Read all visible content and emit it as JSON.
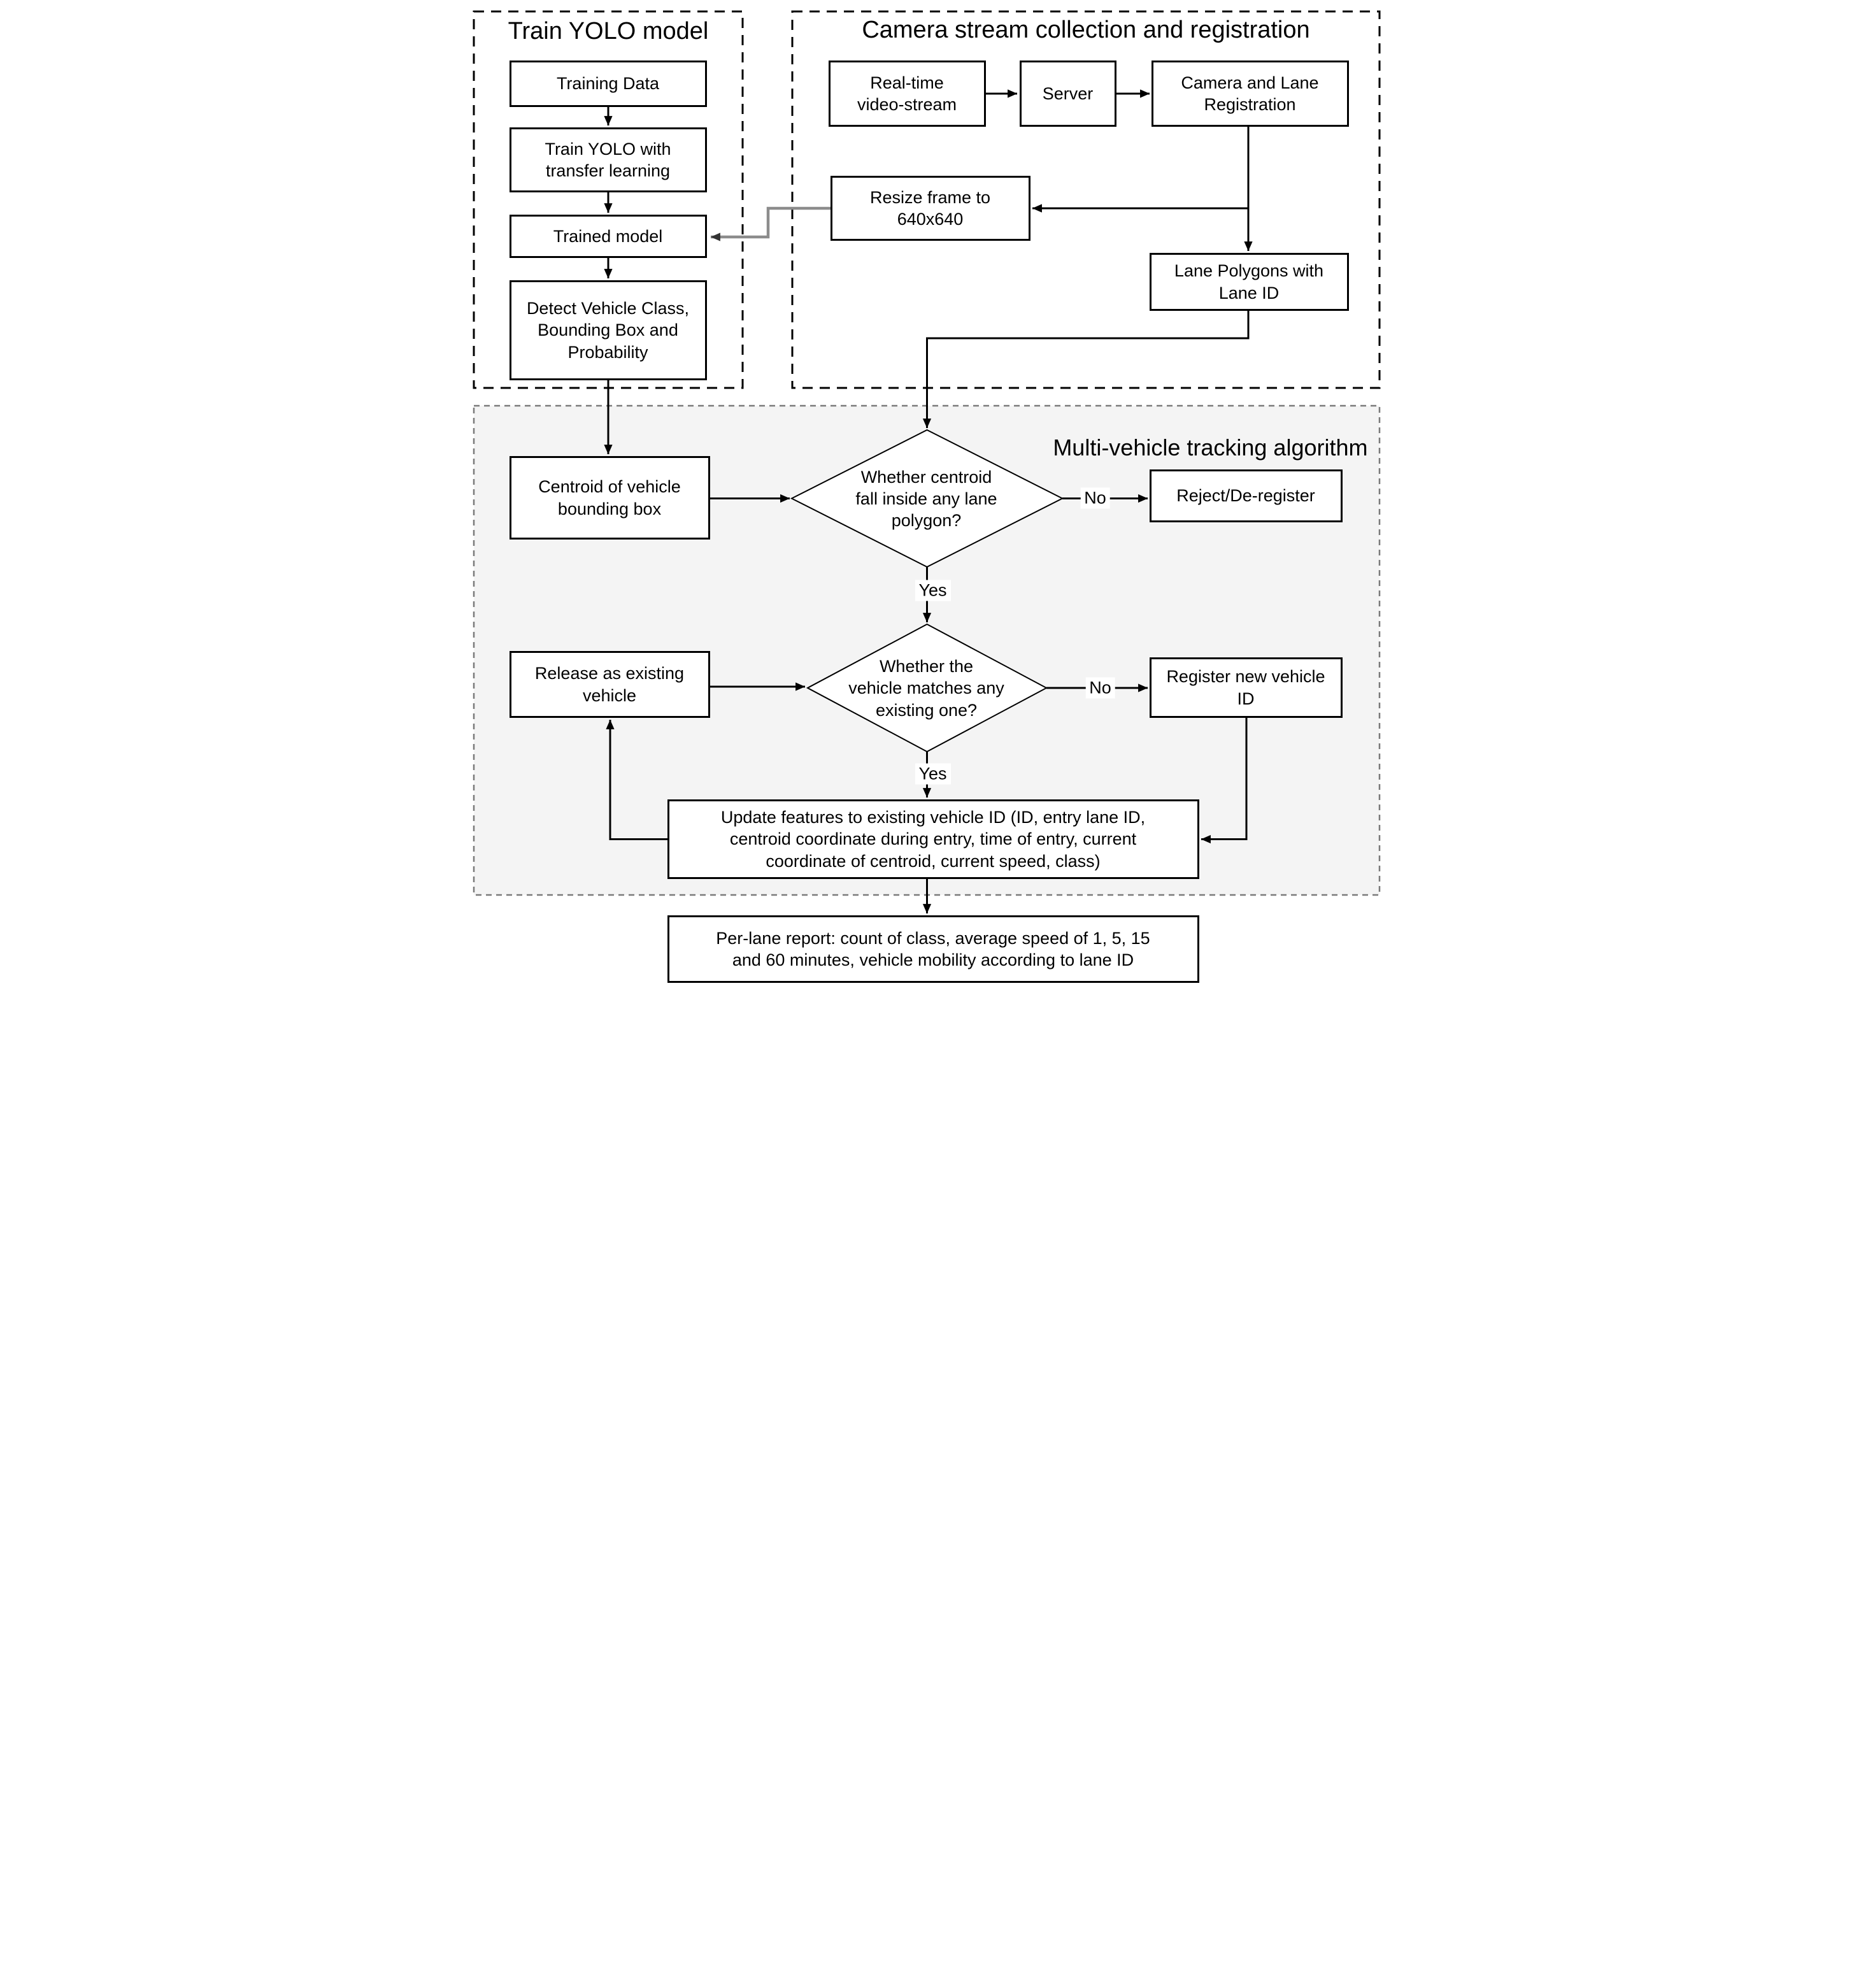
{
  "sections": {
    "train_yolo": {
      "title": "Train YOLO model"
    },
    "camera_stream": {
      "title": "Camera stream collection and registration"
    },
    "tracking": {
      "title": "Multi-vehicle tracking algorithm"
    }
  },
  "nodes": {
    "training_data": {
      "lines": [
        "Training Data"
      ]
    },
    "train_yolo_transfer": {
      "lines": [
        "Train YOLO with",
        "transfer learning"
      ]
    },
    "trained_model": {
      "lines": [
        "Trained model"
      ]
    },
    "detect_vehicle": {
      "lines": [
        "Detect Vehicle Class,",
        "Bounding Box and",
        "Probability"
      ]
    },
    "realtime_stream": {
      "lines": [
        "Real-time",
        "video-stream"
      ]
    },
    "server": {
      "lines": [
        "Server"
      ]
    },
    "camera_lane_registration": {
      "lines": [
        "Camera and Lane",
        "Registration"
      ]
    },
    "resize_frame": {
      "lines": [
        "Resize frame to",
        "640x640"
      ]
    },
    "lane_polygons": {
      "lines": [
        "Lane Polygons with",
        "Lane ID"
      ]
    },
    "centroid": {
      "lines": [
        "Centroid of vehicle",
        "bounding box"
      ]
    },
    "decision_lane": {
      "lines": [
        "Whether centroid",
        "fall inside any lane",
        "polygon?"
      ]
    },
    "reject": {
      "lines": [
        "Reject/De-register"
      ]
    },
    "decision_match": {
      "lines": [
        "Whether the",
        "vehicle matches any",
        "existing one?"
      ]
    },
    "release_existing": {
      "lines": [
        "Release as existing",
        "vehicle"
      ]
    },
    "register_new": {
      "lines": [
        "Register new vehicle",
        "ID"
      ]
    },
    "update_features": {
      "lines": [
        "Update features to existing vehicle ID (ID, entry lane ID,",
        "centroid coordinate during entry, time of entry, current",
        "coordinate of centroid, current speed, class)"
      ]
    },
    "per_lane_report": {
      "lines": [
        "Per-lane report: count of class, average speed of 1, 5, 15",
        "and 60 minutes, vehicle mobility according to lane ID"
      ]
    }
  },
  "edge_labels": {
    "lane_no": "No",
    "lane_yes": "Yes",
    "match_no": "No",
    "match_yes": "Yes"
  },
  "colors": {
    "line": "#000000",
    "feedback_connector": "#8c8c8c",
    "tracking_background": "#f4f4f4",
    "node_background": "#ffffff",
    "section_border": "#000000",
    "tracking_border": "#7a7a7a"
  }
}
